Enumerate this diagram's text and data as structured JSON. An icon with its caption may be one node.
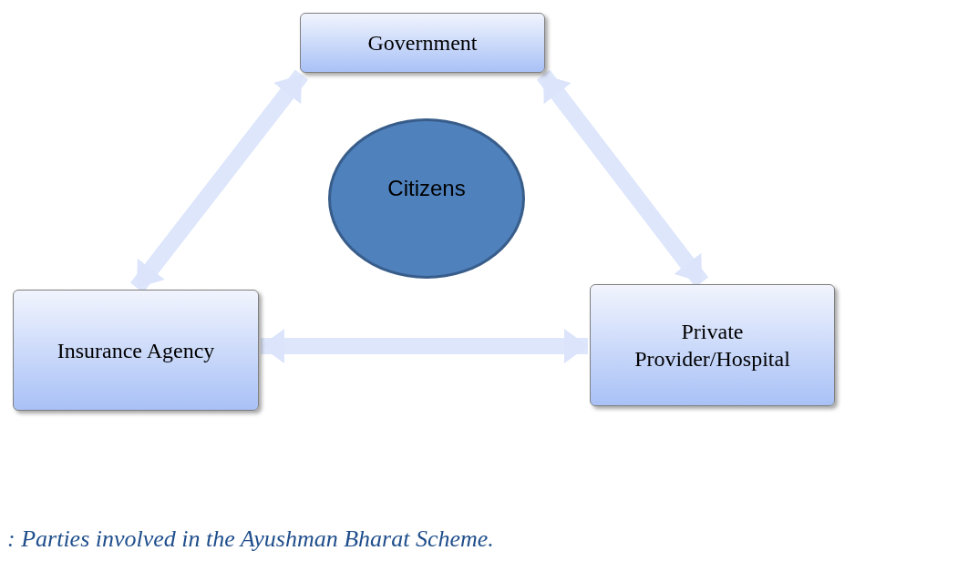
{
  "diagram": {
    "caption": ": Parties involved in the Ayushman Bharat Scheme.",
    "nodes": [
      {
        "text": [
          "Government"
        ]
      },
      {
        "text": [
          "Citizens"
        ]
      },
      {
        "text": [
          "Insurance Agency"
        ]
      },
      {
        "text": [
          "Private Provider/Hospital"
        ]
      }
    ],
    "edges": [
      {
        "from": 0,
        "to": 2,
        "arrow": "both"
      },
      {
        "from": 0,
        "to": 3,
        "arrow": "both"
      },
      {
        "from": 2,
        "to": 3,
        "arrow": "both"
      }
    ]
  }
}
